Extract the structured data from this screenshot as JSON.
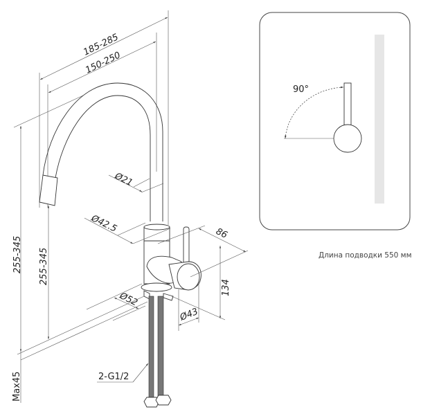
{
  "drawing": {
    "dimensions": {
      "reach_outer": "185-285",
      "reach_inner": "150-250",
      "spout_diameter": "Ø21",
      "body_diameter": "Ø42.5",
      "handle_depth": "86",
      "handle_height": "134",
      "knob_diameter": "Ø43",
      "base_diameter": "Ø52",
      "total_height": "255-345",
      "spout_height": "255-345",
      "max_deck": "Max45",
      "connection": "2-G1/2"
    },
    "detail": {
      "angle": "90°",
      "caption": "Длина подводки 550 мм"
    },
    "colors": {
      "line": "#333333",
      "panel_bar": "#e6e6e6",
      "hose": "#777777"
    }
  }
}
